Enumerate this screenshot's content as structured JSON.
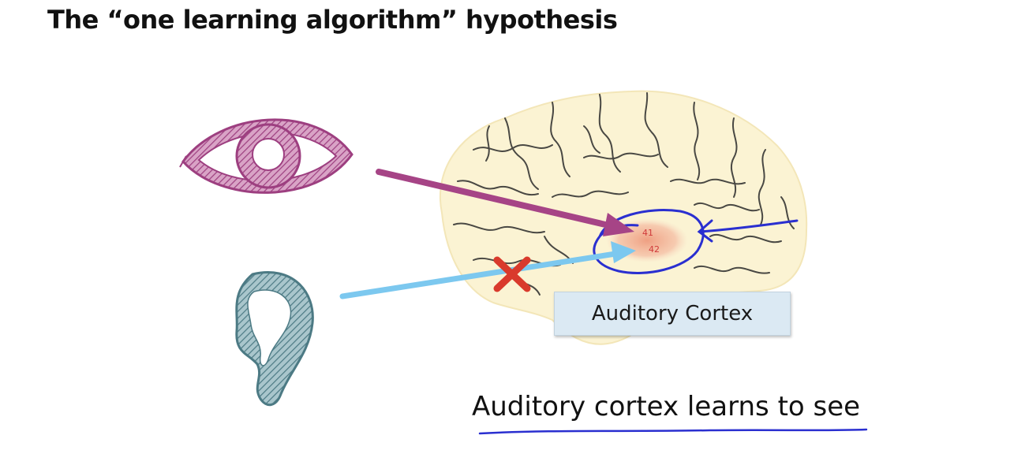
{
  "slide": {
    "title": "The “one learning algorithm” hypothesis",
    "caption": "Auditory cortex learns to see"
  },
  "brain": {
    "region_label": "Auditory Cortex",
    "area_numbers": [
      "41",
      "42"
    ]
  },
  "icons": {
    "eye": "eye-icon",
    "ear": "ear-icon",
    "brain": "brain-icon",
    "severed": "red-x-icon"
  },
  "colors": {
    "eye": "#b0478f",
    "optic_arrow": "#a64486",
    "ear": "#5e8e98",
    "auditory_arrow": "#7cc8ef",
    "rewire_mark": "#2a2fd0",
    "cut_mark": "#d93a2c",
    "brain_fill": "#fbf3d3",
    "cortex_highlight": "#f0a58a"
  }
}
